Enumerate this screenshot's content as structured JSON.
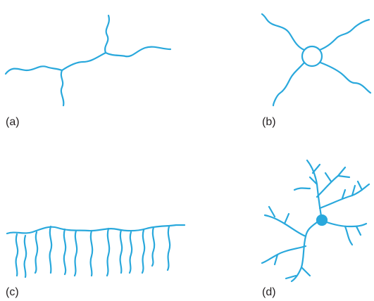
{
  "figure": {
    "stroke_color": "#29a8dc",
    "label_color": "#231f20",
    "panels": [
      {
        "id": "a",
        "label": "(a)"
      },
      {
        "id": "b",
        "label": "(b)"
      },
      {
        "id": "c",
        "label": "(c)"
      },
      {
        "id": "d",
        "label": "(d)"
      }
    ]
  }
}
